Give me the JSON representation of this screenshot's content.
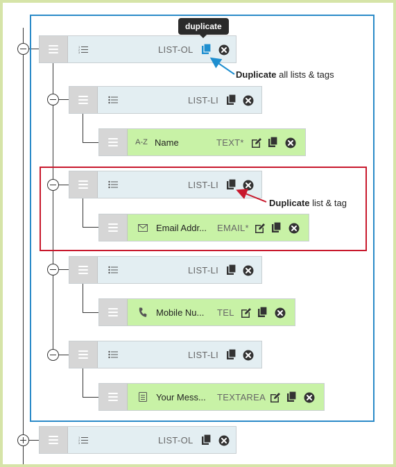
{
  "tooltip": {
    "text": "duplicate"
  },
  "callouts": {
    "top": {
      "bold": "Duplicate",
      "rest": " all lists & tags"
    },
    "middle": {
      "bold": "Duplicate",
      "rest": " list & tag"
    }
  },
  "rows": {
    "list_ol_1": {
      "type": "LIST-OL"
    },
    "list_li_1": {
      "type": "LIST-LI"
    },
    "field_name": {
      "icon_text": "A-Z",
      "label": "Name",
      "type": "TEXT*"
    },
    "list_li_2": {
      "type": "LIST-LI"
    },
    "field_email": {
      "label": "Email Addr...",
      "type": "EMAIL*"
    },
    "list_li_3": {
      "type": "LIST-LI"
    },
    "field_mobile": {
      "label": "Mobile Nu...",
      "type": "TEL"
    },
    "list_li_4": {
      "type": "LIST-LI"
    },
    "field_message": {
      "label": "Your Mess...",
      "type": "TEXTAREA"
    },
    "list_ol_2": {
      "type": "LIST-OL"
    }
  },
  "colors": {
    "focus_border": "#2a8ac8",
    "highlight_border": "#c8182c",
    "list_row": "#e3eef2",
    "field_row": "#c8f2a6",
    "active_icon": "#1f8fd0",
    "outer_background": "#d6e4a8"
  }
}
